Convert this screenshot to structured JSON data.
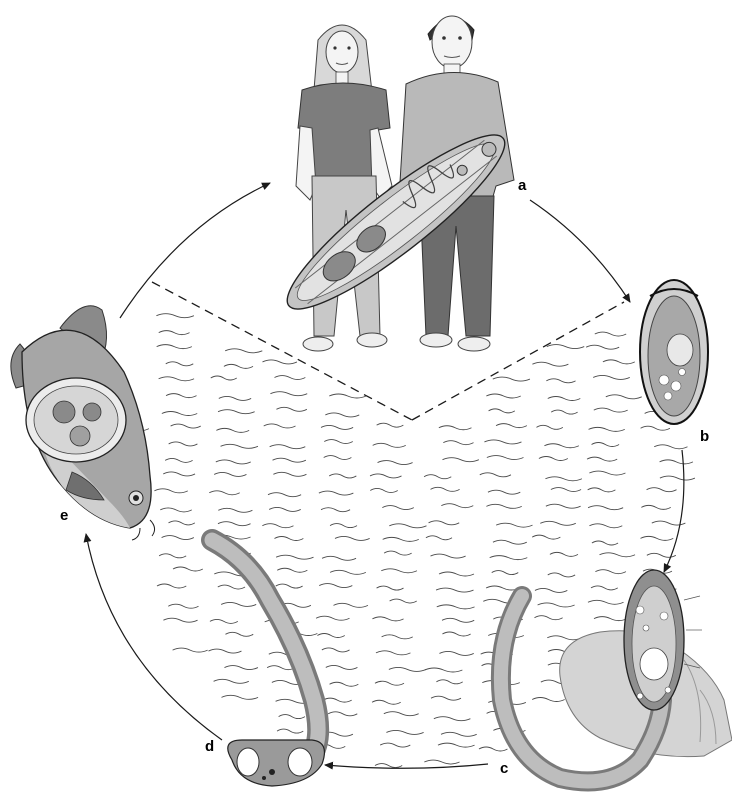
{
  "labels": {
    "a": "a",
    "b": "b",
    "c": "c",
    "d": "d",
    "e": "e"
  },
  "stages": [
    {
      "id": "a",
      "icon": "adult-fluke-with-human-hosts"
    },
    {
      "id": "b",
      "icon": "egg-with-miracidium"
    },
    {
      "id": "c",
      "icon": "redia-and-cercaria-in-snail"
    },
    {
      "id": "d",
      "icon": "cercaria-tailed-larva"
    },
    {
      "id": "e",
      "icon": "fish-with-encysted-metacercaria"
    }
  ],
  "colors": {
    "background": "#ffffff",
    "line": "#1a1a1a",
    "water": "#4a4a4a",
    "organism_fill": "#bdbdbd",
    "organism_dark": "#7a7a7a",
    "human_shirt_woman": "#7d7d7d",
    "human_shirt_man": "#b9b9b9",
    "human_pants_man": "#6c6c6c",
    "human_pants_woman": "#c8c8c8",
    "snail_shell": "#d4d4d4"
  }
}
